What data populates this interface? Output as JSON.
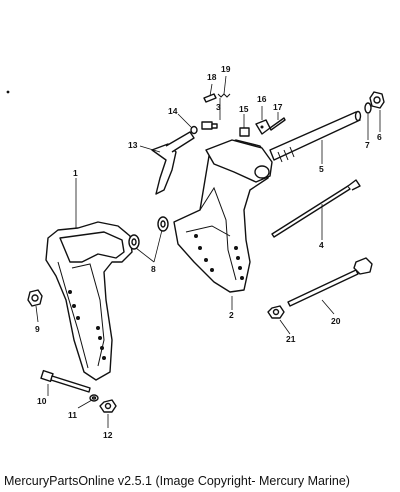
{
  "caption": "MercuryPartsOnline v2.5.1 (Image Copyright- Mercury Marine)",
  "callouts": [
    "1",
    "2",
    "3",
    "4",
    "5",
    "6",
    "7",
    "8",
    "9",
    "10",
    "11",
    "12",
    "13",
    "14",
    "15",
    "16",
    "17",
    "18",
    "19",
    "20",
    "21"
  ],
  "parts": {
    "p1": "1",
    "p2": "2",
    "p3": "3",
    "p4": "4",
    "p5": "5",
    "p6": "6",
    "p7": "7",
    "p8": "8",
    "p9": "9",
    "p10": "10",
    "p11": "11",
    "p12": "12",
    "p13": "13",
    "p14": "14",
    "p15": "15",
    "p16": "16",
    "p17": "17",
    "p18": "18",
    "p19": "19",
    "p20": "20",
    "p21": "21"
  }
}
